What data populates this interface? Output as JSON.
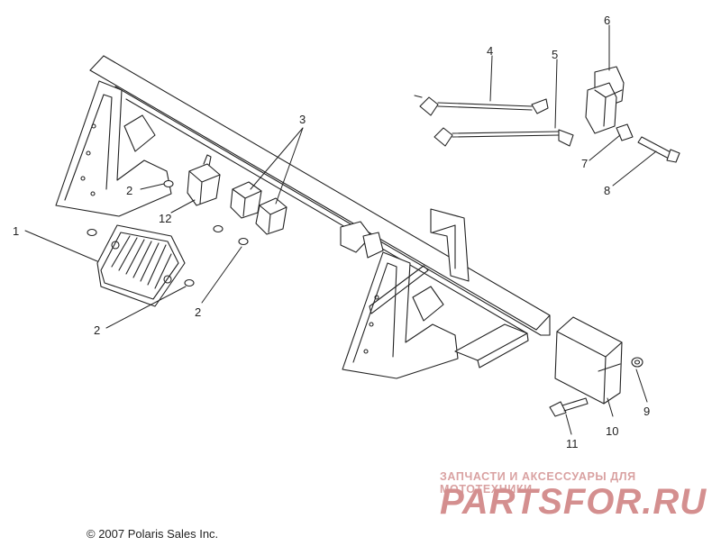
{
  "callouts": {
    "c1": "1",
    "c2a": "2",
    "c2b": "2",
    "c2c": "2",
    "c3": "3",
    "c4": "4",
    "c5": "5",
    "c6": "6",
    "c7": "7",
    "c8": "8",
    "c9": "9",
    "c10": "10",
    "c11": "11",
    "c12": "12"
  },
  "copyright": "© 2007 Polaris Sales Inc.",
  "watermark": {
    "tagline": "ЗАПЧАСТИ И АКСЕССУАРЫ ДЛЯ МОТОТЕХНИКИ",
    "logo": "PARTSFOR.RU"
  },
  "colors": {
    "line": "#222222",
    "part_fill": "#ffffff",
    "watermark": "#d48f8f"
  }
}
